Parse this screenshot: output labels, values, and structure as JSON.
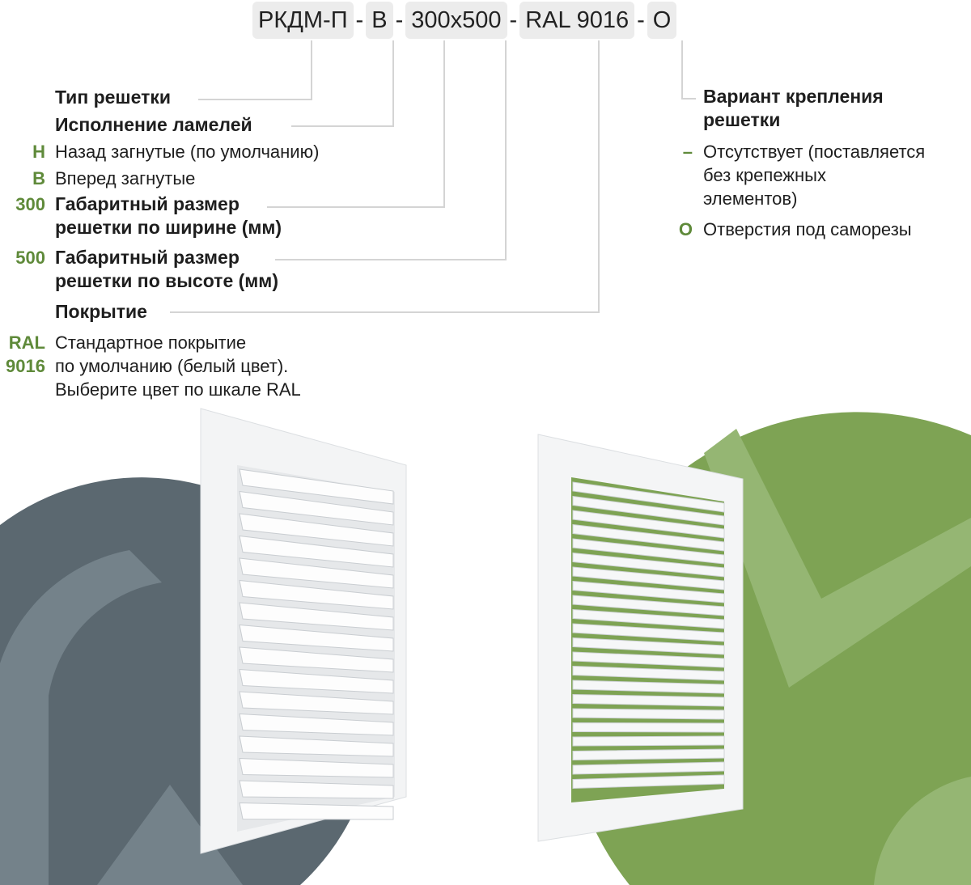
{
  "code": {
    "parts": [
      "РКДМ-П",
      "В",
      "300x500",
      "RAL 9016",
      "О"
    ],
    "separator": "-"
  },
  "left": {
    "type_label": "Тип решетки",
    "lamella_label": "Исполнение ламелей",
    "lamella_options": [
      {
        "code": "Н",
        "text": "Назад загнутые (по умолчанию)"
      },
      {
        "code": "В",
        "text": "Вперед загнутые"
      }
    ],
    "width": {
      "code": "300",
      "line1": "Габаритный размер",
      "line2": "решетки по ширине (мм)"
    },
    "height": {
      "code": "500",
      "line1": "Габаритный размер",
      "line2": "решетки по высоте (мм)"
    },
    "coating_label": "Покрытие",
    "coating": {
      "code1": "RAL",
      "code2": "9016",
      "line1": "Стандартное покрытие",
      "line2": "по умолчанию (белый цвет).",
      "line3": "Выберите цвет по шкале RAL"
    }
  },
  "right": {
    "mount_label_1": "Вариант крепления",
    "mount_label_2": "решетки",
    "options": [
      {
        "code": "–",
        "line1": "Отсутствует (поставляется",
        "line2": "без крепежных",
        "line3": "элементов)"
      },
      {
        "code": "О",
        "line1": "Отверстия под саморезы"
      }
    ]
  },
  "colors": {
    "accent": "#5f8a3a",
    "dark_circle": "#5b6870",
    "green_circle": "#7ea354",
    "tag_bg": "#ececec"
  }
}
